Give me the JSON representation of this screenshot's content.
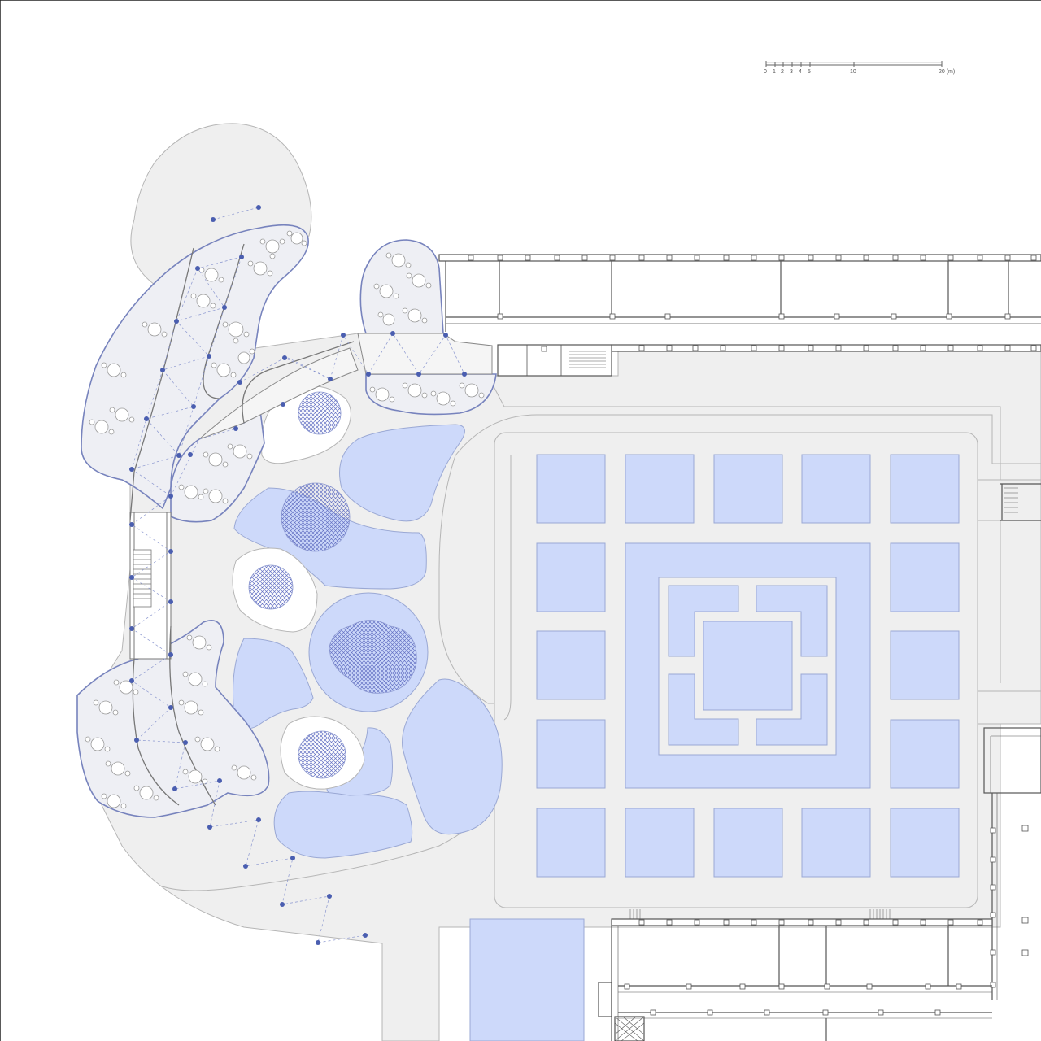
{
  "scale_bar": {
    "ticks": [
      "0",
      "1",
      "2",
      "3",
      "4",
      "5",
      "10",
      "20 (m)"
    ]
  },
  "colors": {
    "background": "#ffffff",
    "paving": "#efefef",
    "wall": "#555555",
    "water": "#cdd9fa",
    "water_edge": "#9aa8d4",
    "accent_dot": "#4a5eb0",
    "hatch": "#6673c4"
  }
}
